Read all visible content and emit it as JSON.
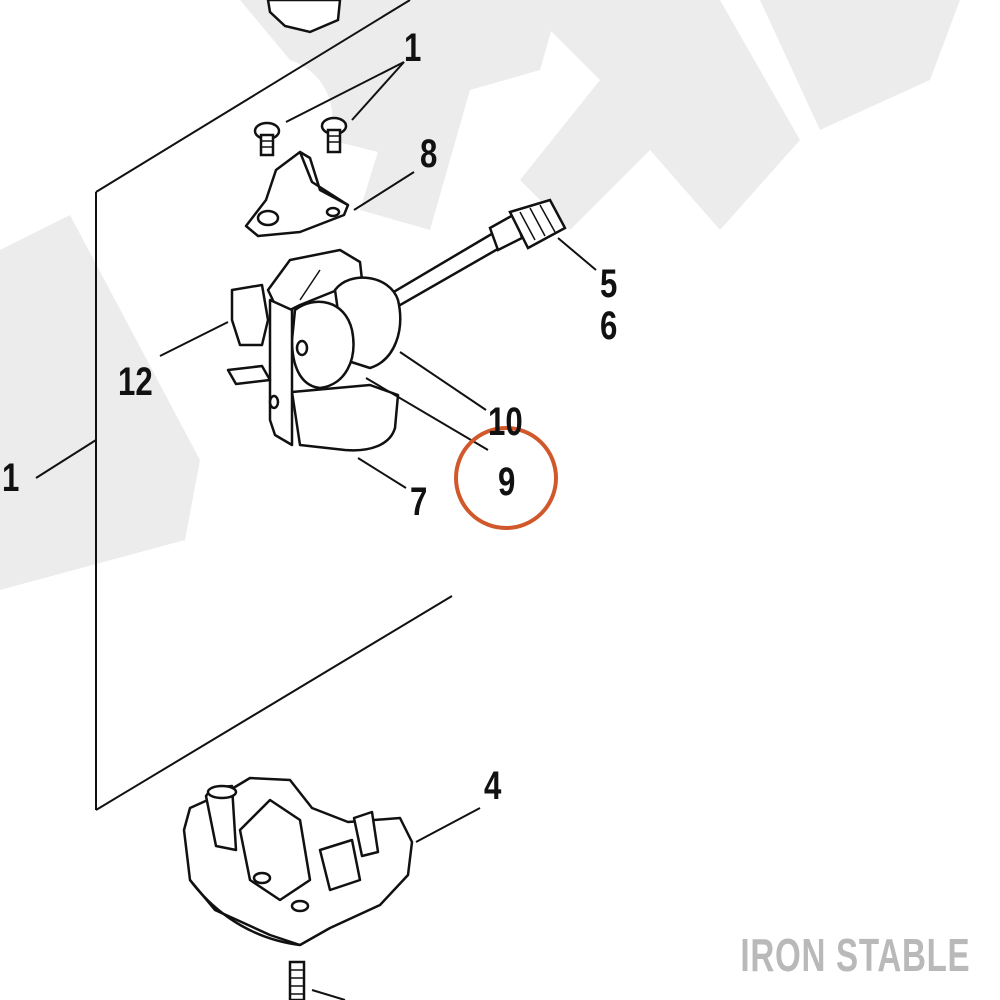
{
  "diagram": {
    "callouts": {
      "c1_top": "1",
      "c1_left": "1",
      "c4": "4",
      "c5": "5",
      "c6": "6",
      "c7": "7",
      "c8": "8",
      "c9": "9",
      "c10": "10",
      "c12": "12"
    },
    "highlight": {
      "callout": "9",
      "color": "#d0582a"
    },
    "watermark_text": "IRON STAD",
    "brand": "IRON STABLE"
  },
  "colors": {
    "line": "#111111",
    "watermark": "#ececec",
    "brand": "#b9b9b9"
  }
}
